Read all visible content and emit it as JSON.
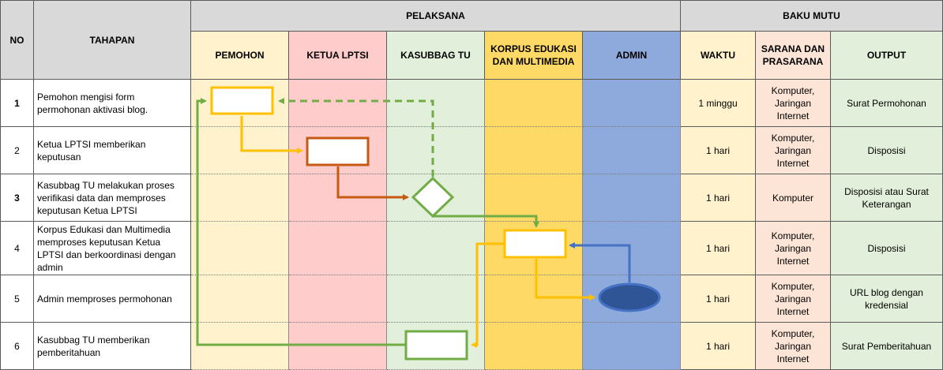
{
  "header": {
    "no": "NO",
    "tahapan": "TAHAPAN",
    "pelaksana": "PELAKSANA",
    "baku_mutu": "BAKU MUTU",
    "lanes": [
      "PEMOHON",
      "KETUA LPTSI",
      "KASUBBAG TU",
      "KORPUS EDUKASI DAN MULTIMEDIA",
      "ADMIN"
    ],
    "waktu": "WAKTU",
    "sarana": "SARANA DAN PRASARANA",
    "output": "OUTPUT"
  },
  "colors": {
    "header_gray": "#d9d9d9",
    "pemohon": "#fff2cc",
    "ketua": "#ffcccc",
    "kasubbag": "#e2efda",
    "korpus": "#ffd966",
    "admin": "#8ea9db",
    "waktu": "#fff2cc",
    "sarana": "#fce4d6",
    "output": "#e2efda",
    "arrow_yellow": "#ffc000",
    "arrow_orange": "#c55a11",
    "arrow_green": "#70ad47",
    "arrow_blue": "#4472c4",
    "oval_fill": "#2f5597"
  },
  "rows": [
    {
      "no": "1",
      "tahapan": "Pemohon mengisi form permohonan aktivasi blog.",
      "waktu": "1 minggu",
      "sarana": "Komputer, Jaringan Internet",
      "output": "Surat Permohonan"
    },
    {
      "no": "2",
      "tahapan": "Ketua LPTSI memberikan keputusan",
      "waktu": "1 hari",
      "sarana": "Komputer, Jaringan Internet",
      "output": "Disposisi"
    },
    {
      "no": "3",
      "tahapan": "Kasubbag TU melakukan proses verifikasi data dan memproses keputusan Ketua LPTSI",
      "waktu": "1 hari",
      "sarana": "Komputer",
      "output": "Disposisi atau Surat Keterangan"
    },
    {
      "no": "4",
      "tahapan": "Korpus Edukasi dan Multimedia memproses keputusan Ketua LPTSI dan berkoordinasi dengan admin",
      "waktu": "1 hari",
      "sarana": "Komputer, Jaringan Internet",
      "output": "Disposisi"
    },
    {
      "no": "5",
      "tahapan": "Admin memproses permohonan",
      "waktu": "1 hari",
      "sarana": "Komputer, Jaringan Internet",
      "output": "URL blog dengan kredensial"
    },
    {
      "no": "6",
      "tahapan": "Kasubbag TU memberikan pemberitahuan",
      "waktu": "1 hari",
      "sarana": "Komputer, Jaringan Internet",
      "output": "Surat Pemberitahuan"
    }
  ],
  "flow": {
    "nodes": [
      {
        "id": "n1",
        "shape": "process",
        "lane": 0,
        "row": 0,
        "color": "#ffc000"
      },
      {
        "id": "n2",
        "shape": "process",
        "lane": 1,
        "row": 1,
        "color": "#c55a11"
      },
      {
        "id": "n3",
        "shape": "decision",
        "lane": 2,
        "row": 2,
        "color": "#70ad47"
      },
      {
        "id": "n4",
        "shape": "process",
        "lane": 3,
        "row": 3,
        "color": "#ffc000"
      },
      {
        "id": "n5",
        "shape": "terminal",
        "lane": 4,
        "row": 4,
        "color": "#4472c4"
      },
      {
        "id": "n6",
        "shape": "process",
        "lane": 2,
        "row": 5,
        "color": "#70ad47"
      }
    ],
    "edges": [
      {
        "from": "n1",
        "to": "n2",
        "color": "#ffc000",
        "style": "solid"
      },
      {
        "from": "n2",
        "to": "n3",
        "color": "#c55a11",
        "style": "solid"
      },
      {
        "from": "n3",
        "to": "n1",
        "color": "#70ad47",
        "style": "dashed"
      },
      {
        "from": "n3",
        "to": "n4",
        "color": "#70ad47",
        "style": "solid"
      },
      {
        "from": "n4",
        "to": "n5",
        "color": "#ffc000",
        "style": "solid"
      },
      {
        "from": "n5",
        "to": "n4",
        "color": "#4472c4",
        "style": "solid"
      },
      {
        "from": "n4",
        "to": "n6",
        "color": "#ffc000",
        "style": "solid"
      },
      {
        "from": "n6",
        "to": "n1",
        "color": "#70ad47",
        "style": "solid"
      }
    ]
  }
}
